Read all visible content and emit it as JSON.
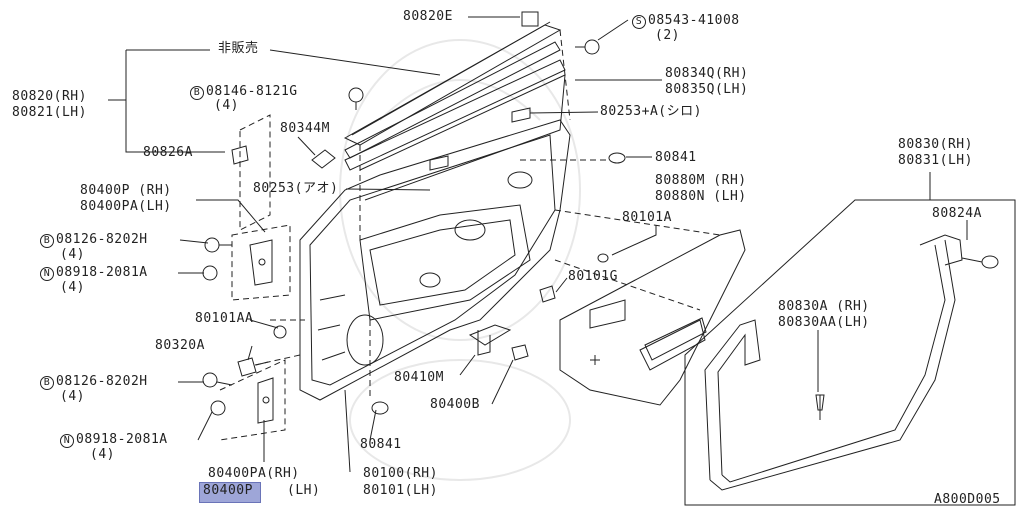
{
  "diagram": {
    "code": "A800D005",
    "highlight_color": "#9ea6d8",
    "labels": {
      "p80820e": "80820E",
      "s08543": "08543-41008",
      "s08543_qty": "(2)",
      "s08543_sym": "S",
      "hihanbai": "非販売",
      "p80820rh": "80820(RH)",
      "p80821lh": "80821(LH)",
      "b08146": "08146-8121G",
      "b08146_qty": "(4)",
      "b_sym": "B",
      "p80834q": "80834Q(RH)",
      "p80835q": "80835Q(LH)",
      "p80344m": "80344M",
      "p80253a": "80253+A(シロ)",
      "p80826a": "80826A",
      "p80841_top": "80841",
      "p80253ao": "80253(アオ)",
      "p80880m": "80880M (RH)",
      "p80880n": "80880N (LH)",
      "p80830rh": "80830(RH)",
      "p80831lh": "80831(LH)",
      "p80400p_rh": "80400P (RH)",
      "p80400pa_lh": "80400PA(LH)",
      "p80101a": "80101A",
      "p80824a": "80824A",
      "b08126_top": "08126-8202H",
      "b08126_top_qty": "(4)",
      "n_sym": "N",
      "n08918_top": "08918-2081A",
      "n08918_top_qty": "(4)",
      "p80101g": "80101G",
      "p80101aa": "80101AA",
      "p80830a": "80830A (RH)",
      "p80830aa": "80830AA(LH)",
      "p80320a": "80320A",
      "p80410m": "80410M",
      "b08126_bot": "08126-8202H",
      "b08126_bot_qty": "(4)",
      "p80400b": "80400B",
      "n08918_bot": "08918-2081A",
      "n08918_bot_qty": "(4)",
      "p80841_bot": "80841",
      "p80400pa_rh": "80400PA(RH)",
      "p80400p_lh_code": "80400P",
      "p80400p_lh_side": "(LH)",
      "p80100rh": "80100(RH)",
      "p80101lh": "80101(LH)"
    }
  }
}
